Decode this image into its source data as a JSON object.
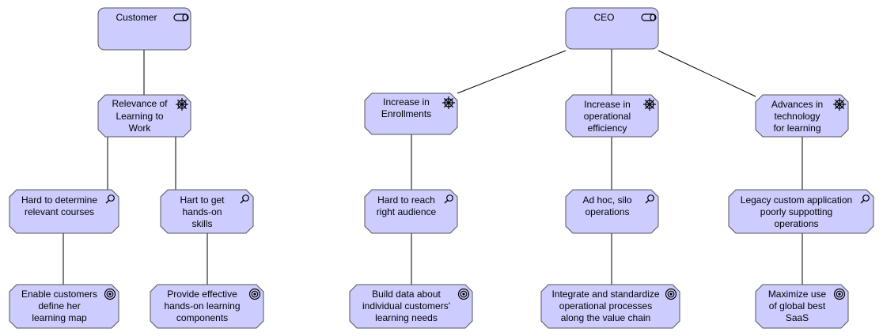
{
  "colors": {
    "node_fill": "#ccccff",
    "node_stroke": "#555555",
    "connector": "#000000",
    "icon": "#000000"
  },
  "nodes": [
    {
      "id": "customer",
      "type": "stakeholder",
      "icon": "stakeholder-icon",
      "lines": [
        "Customer"
      ]
    },
    {
      "id": "relevance",
      "type": "driver",
      "icon": "driver-icon",
      "lines": [
        "Relevance of",
        "Learning to",
        "Work"
      ]
    },
    {
      "id": "hard-determine",
      "type": "assessment",
      "icon": "assessment-icon",
      "lines": [
        "Hard to determine",
        "relevant courses"
      ]
    },
    {
      "id": "hart-get",
      "type": "assessment",
      "icon": "assessment-icon",
      "lines": [
        "Hart to get",
        "hands-on",
        "skills"
      ]
    },
    {
      "id": "enable-customers",
      "type": "goal",
      "icon": "goal-icon",
      "lines": [
        "Enable customers",
        "define her",
        "learning map"
      ]
    },
    {
      "id": "provide-effective",
      "type": "goal",
      "icon": "goal-icon",
      "lines": [
        "Provide effective",
        "hands-on learning",
        "components"
      ]
    },
    {
      "id": "ceo",
      "type": "stakeholder",
      "icon": "stakeholder-icon",
      "lines": [
        "CEO"
      ]
    },
    {
      "id": "increase-enrollments",
      "type": "driver",
      "icon": "driver-icon",
      "lines": [
        "Increase in",
        "Enrollments"
      ]
    },
    {
      "id": "increase-efficiency",
      "type": "driver",
      "icon": "driver-icon",
      "lines": [
        "Increase in",
        "operational",
        "efficiency"
      ]
    },
    {
      "id": "advances-tech",
      "type": "driver",
      "icon": "driver-icon",
      "lines": [
        "Advances in",
        "technology",
        "for learning"
      ]
    },
    {
      "id": "hard-reach",
      "type": "assessment",
      "icon": "assessment-icon",
      "lines": [
        "Hard to reach",
        "right audience"
      ]
    },
    {
      "id": "ad-hoc",
      "type": "assessment",
      "icon": "assessment-icon",
      "lines": [
        "Ad hoc, silo",
        "operations"
      ]
    },
    {
      "id": "legacy-app",
      "type": "assessment",
      "icon": "assessment-icon",
      "lines": [
        "Legacy custom application",
        "poorly suppotting",
        "operations"
      ]
    },
    {
      "id": "build-data",
      "type": "goal",
      "icon": "goal-icon",
      "lines": [
        "Build data about",
        "individual customers'",
        "learning needs"
      ]
    },
    {
      "id": "integrate",
      "type": "goal",
      "icon": "goal-icon",
      "lines": [
        "Integrate and standardize",
        "operational processes",
        "along the value chain"
      ]
    },
    {
      "id": "maximize",
      "type": "goal",
      "icon": "goal-icon",
      "lines": [
        "Maximize use",
        "of global best",
        "SaaS"
      ]
    }
  ],
  "connections": [
    {
      "from": "customer",
      "to": "relevance"
    },
    {
      "from": "relevance",
      "to": "hard-determine"
    },
    {
      "from": "relevance",
      "to": "hart-get"
    },
    {
      "from": "hard-determine",
      "to": "enable-customers"
    },
    {
      "from": "hart-get",
      "to": "provide-effective"
    },
    {
      "from": "ceo",
      "to": "increase-enrollments"
    },
    {
      "from": "ceo",
      "to": "increase-efficiency"
    },
    {
      "from": "ceo",
      "to": "advances-tech"
    },
    {
      "from": "increase-enrollments",
      "to": "hard-reach"
    },
    {
      "from": "increase-efficiency",
      "to": "ad-hoc"
    },
    {
      "from": "advances-tech",
      "to": "legacy-app"
    },
    {
      "from": "hard-reach",
      "to": "build-data"
    },
    {
      "from": "ad-hoc",
      "to": "integrate"
    },
    {
      "from": "legacy-app",
      "to": "maximize"
    }
  ]
}
